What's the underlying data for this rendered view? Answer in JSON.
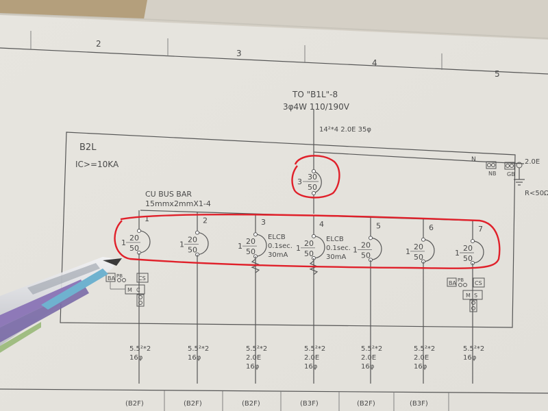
{
  "ruler": [
    "2",
    "3",
    "4",
    "5"
  ],
  "feeder": {
    "from": "TO \"B1L\"-8",
    "system": "3φ4W 110/190V",
    "cable": "14²*4 2.0E 35φ"
  },
  "panel": {
    "name": "B2L",
    "ic": "IC>=10KA",
    "busbar_title": "CU BUS BAR",
    "busbar_size": "15mmx2mmX1-4",
    "main_breaker": {
      "poles": "3",
      "at": "30",
      "af": "50"
    },
    "neutral": "N",
    "nb": "NB",
    "gb": "GB",
    "ground_size": "2.0E",
    "ground_res": "R<50Ω"
  },
  "branches": [
    {
      "num": "1",
      "poles": "1",
      "at": "20",
      "af": "50",
      "elcb": "",
      "elcb_time": "",
      "elcb_ma": "",
      "cable": [
        "5.5²*2",
        "16φ"
      ],
      "dest": "(B2F)"
    },
    {
      "num": "2",
      "poles": "1",
      "at": "20",
      "af": "50",
      "elcb": "",
      "elcb_time": "",
      "elcb_ma": "",
      "cable": [
        "5.5²*2",
        "16φ"
      ],
      "dest": "(B2F)"
    },
    {
      "num": "3",
      "poles": "1",
      "at": "20",
      "af": "50",
      "elcb": "ELCB",
      "elcb_time": "0.1sec.",
      "elcb_ma": "30mA",
      "cable": [
        "5.5²*2",
        "2.0E",
        "16φ"
      ],
      "dest": "(B2F)"
    },
    {
      "num": "4",
      "poles": "1",
      "at": "20",
      "af": "50",
      "elcb": "ELCB",
      "elcb_time": "0.1sec.",
      "elcb_ma": "30mA",
      "cable": [
        "5.5²*2",
        "2.0E",
        "16φ"
      ],
      "dest": "(B3F)"
    },
    {
      "num": "5",
      "poles": "1",
      "at": "20",
      "af": "50",
      "elcb": "",
      "elcb_time": "",
      "elcb_ma": "",
      "cable": [
        "5.5²*2",
        "2.0E",
        "16φ"
      ],
      "dest": "(B2F)"
    },
    {
      "num": "6",
      "poles": "1",
      "at": "20",
      "af": "50",
      "elcb": "",
      "elcb_time": "",
      "elcb_ma": "",
      "cable": [
        "5.5²*2",
        "2.0E",
        "16φ"
      ],
      "dest": "(B3F)"
    },
    {
      "num": "7",
      "poles": "1",
      "at": "20",
      "af": "50",
      "elcb": "",
      "elcb_time": "",
      "elcb_ma": "",
      "cable": [
        "5.5²*2",
        "16φ"
      ],
      "dest": ""
    }
  ],
  "control_left": {
    "ba": "BA",
    "pb": "PB",
    "cs": "CS",
    "m": "M",
    "c": "C"
  },
  "control_right": {
    "ba": "BA",
    "pb": "PB",
    "cs": "CS",
    "m": "M",
    "s": "S"
  }
}
